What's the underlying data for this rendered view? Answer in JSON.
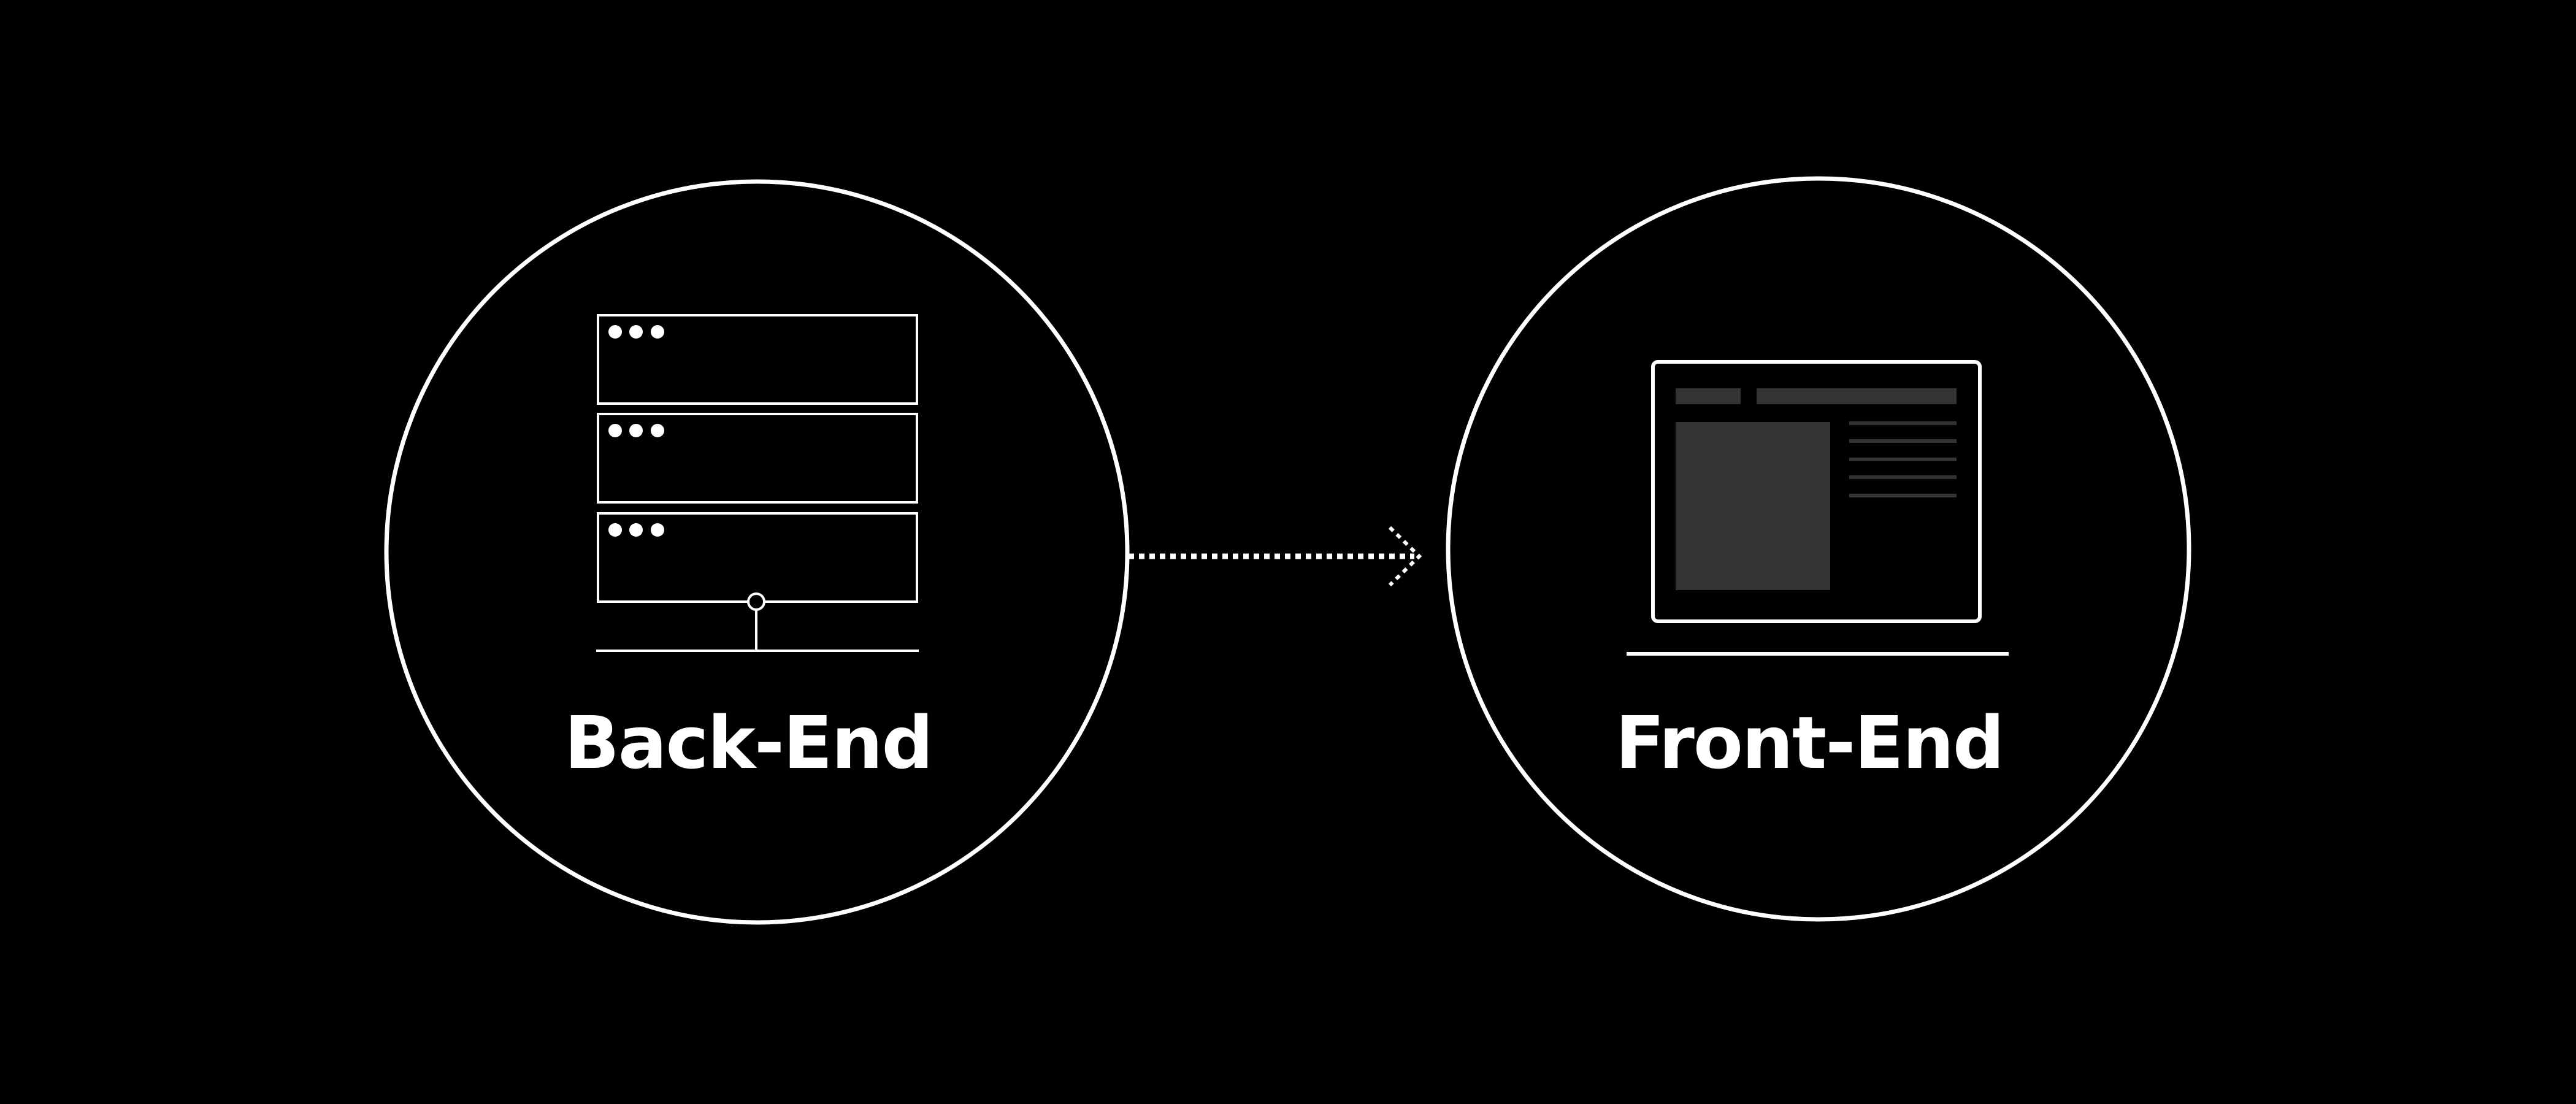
{
  "diagram": {
    "background": "#000000",
    "stroke_color": "#ffffff",
    "fill_gray": "#333333",
    "nodes": [
      {
        "id": "backend",
        "label": "Back-End",
        "icon": "server-stack-icon"
      },
      {
        "id": "frontend",
        "label": "Front-End",
        "icon": "laptop-icon"
      }
    ],
    "connector": {
      "from": "backend",
      "to": "frontend",
      "style": "dotted-arrow"
    }
  }
}
